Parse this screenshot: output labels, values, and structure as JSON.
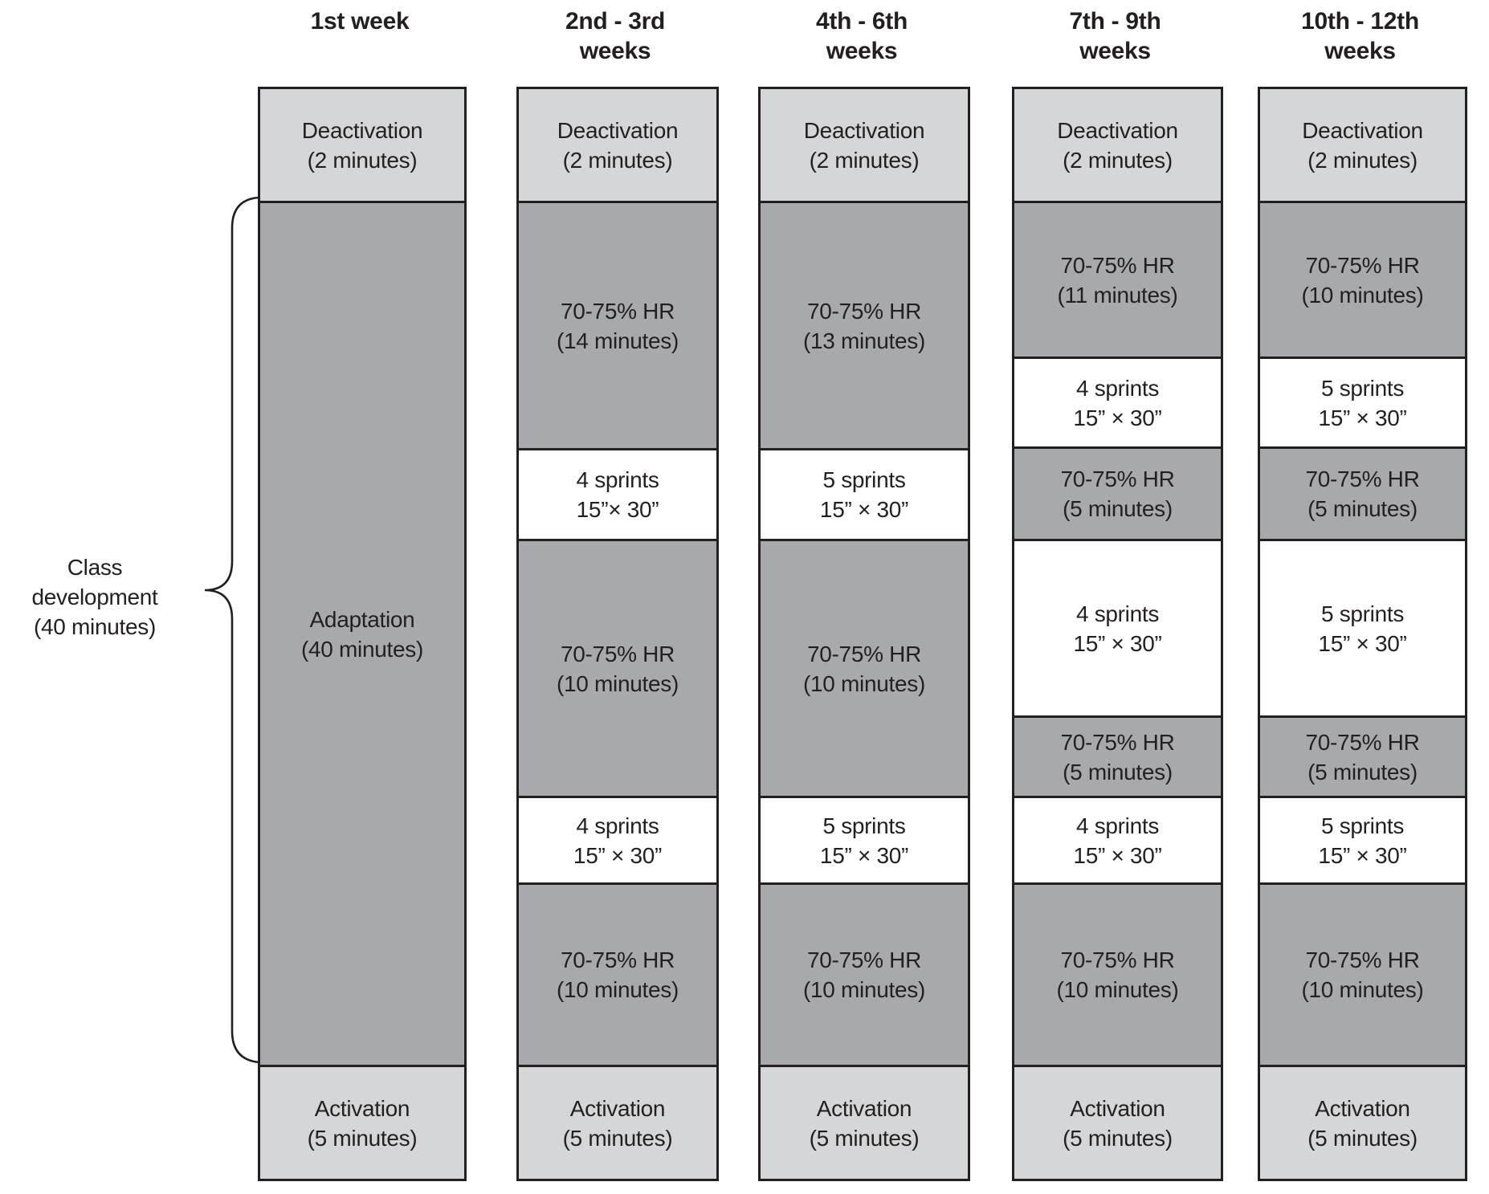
{
  "left_label": {
    "lines": [
      "Class",
      "development",
      "(40 minutes)"
    ]
  },
  "colors": {
    "light_gray": "#d5d6d8",
    "dark_gray": "#a7a9ac",
    "white": "#ffffff",
    "border": "#231f20",
    "text": "#231f20"
  },
  "columns": [
    {
      "header_lines": [
        "1st week"
      ],
      "blocks": [
        {
          "variant": "deactivation",
          "shade": "light",
          "lines": [
            "Deactivation",
            "(2 minutes)"
          ]
        },
        {
          "variant": "adaptation",
          "shade": "dark",
          "lines": [
            "Adaptation",
            "(40 minutes)"
          ]
        },
        {
          "variant": "activation",
          "shade": "light",
          "lines": [
            "Activation",
            "(5 minutes)"
          ]
        }
      ]
    },
    {
      "header_lines": [
        "2nd - 3rd",
        "weeks"
      ],
      "blocks": [
        {
          "variant": "deactivation",
          "shade": "light",
          "lines": [
            "Deactivation",
            "(2 minutes)"
          ]
        },
        {
          "variant": "hr",
          "shade": "dark",
          "lines": [
            "70-75% HR",
            "(14 minutes)"
          ]
        },
        {
          "variant": "sprint",
          "shade": "white",
          "lines": [
            "4 sprints",
            "15”× 30”"
          ]
        },
        {
          "variant": "hr",
          "shade": "dark",
          "lines": [
            "70-75% HR",
            "(10 minutes)"
          ]
        },
        {
          "variant": "sprint",
          "shade": "white",
          "lines": [
            "4 sprints",
            "15” × 30”"
          ]
        },
        {
          "variant": "hr",
          "shade": "dark",
          "lines": [
            "70-75% HR",
            "(10 minutes)"
          ]
        },
        {
          "variant": "activation",
          "shade": "light",
          "lines": [
            "Activation",
            "(5 minutes)"
          ]
        }
      ]
    },
    {
      "header_lines": [
        "4th - 6th",
        "weeks"
      ],
      "blocks": [
        {
          "variant": "deactivation",
          "shade": "light",
          "lines": [
            "Deactivation",
            "(2 minutes)"
          ]
        },
        {
          "variant": "hr",
          "shade": "dark",
          "lines": [
            "70-75% HR",
            "(13 minutes)"
          ]
        },
        {
          "variant": "sprint",
          "shade": "white",
          "lines": [
            "5 sprints",
            "15” × 30”"
          ]
        },
        {
          "variant": "hr",
          "shade": "dark",
          "lines": [
            "70-75% HR",
            "(10 minutes)"
          ]
        },
        {
          "variant": "sprint",
          "shade": "white",
          "lines": [
            "5 sprints",
            "15” × 30”"
          ]
        },
        {
          "variant": "hr",
          "shade": "dark",
          "lines": [
            "70-75% HR",
            "(10 minutes)"
          ]
        },
        {
          "variant": "activation",
          "shade": "light",
          "lines": [
            "Activation",
            "(5 minutes)"
          ]
        }
      ]
    },
    {
      "header_lines": [
        "7th - 9th",
        "weeks"
      ],
      "blocks": [
        {
          "variant": "deactivation",
          "shade": "light",
          "lines": [
            "Deactivation",
            "(2 minutes)"
          ]
        },
        {
          "variant": "hr",
          "shade": "dark",
          "lines": [
            "70-75% HR",
            "(11 minutes)"
          ]
        },
        {
          "variant": "sprint",
          "shade": "white",
          "lines": [
            "4 sprints",
            "15” × 30”"
          ]
        },
        {
          "variant": "hr",
          "shade": "dark",
          "lines": [
            "70-75% HR",
            "(5 minutes)"
          ]
        },
        {
          "variant": "sprint",
          "shade": "white",
          "lines": [
            "4 sprints",
            "15” × 30”"
          ]
        },
        {
          "variant": "hr",
          "shade": "dark",
          "lines": [
            "70-75% HR",
            "(5 minutes)"
          ]
        },
        {
          "variant": "sprint",
          "shade": "white",
          "lines": [
            "4 sprints",
            "15” × 30”"
          ]
        },
        {
          "variant": "hr",
          "shade": "dark",
          "lines": [
            "70-75% HR",
            "(10 minutes)"
          ]
        },
        {
          "variant": "activation",
          "shade": "light",
          "lines": [
            "Activation",
            "(5 minutes)"
          ]
        }
      ]
    },
    {
      "header_lines": [
        "10th - 12th",
        "weeks"
      ],
      "blocks": [
        {
          "variant": "deactivation",
          "shade": "light",
          "lines": [
            "Deactivation",
            "(2 minutes)"
          ]
        },
        {
          "variant": "hr",
          "shade": "dark",
          "lines": [
            "70-75% HR",
            "(10 minutes)"
          ]
        },
        {
          "variant": "sprint",
          "shade": "white",
          "lines": [
            "5 sprints",
            "15” × 30”"
          ]
        },
        {
          "variant": "hr",
          "shade": "dark",
          "lines": [
            "70-75% HR",
            "(5 minutes)"
          ]
        },
        {
          "variant": "sprint",
          "shade": "white",
          "lines": [
            "5 sprints",
            "15” × 30”"
          ]
        },
        {
          "variant": "hr",
          "shade": "dark",
          "lines": [
            "70-75% HR",
            "(5 minutes)"
          ]
        },
        {
          "variant": "sprint",
          "shade": "white",
          "lines": [
            "5 sprints",
            "15” × 30”"
          ]
        },
        {
          "variant": "hr",
          "shade": "dark",
          "lines": [
            "70-75% HR",
            "(10 minutes)"
          ]
        },
        {
          "variant": "activation",
          "shade": "light",
          "lines": [
            "Activation",
            "(5 minutes)"
          ]
        }
      ]
    }
  ]
}
